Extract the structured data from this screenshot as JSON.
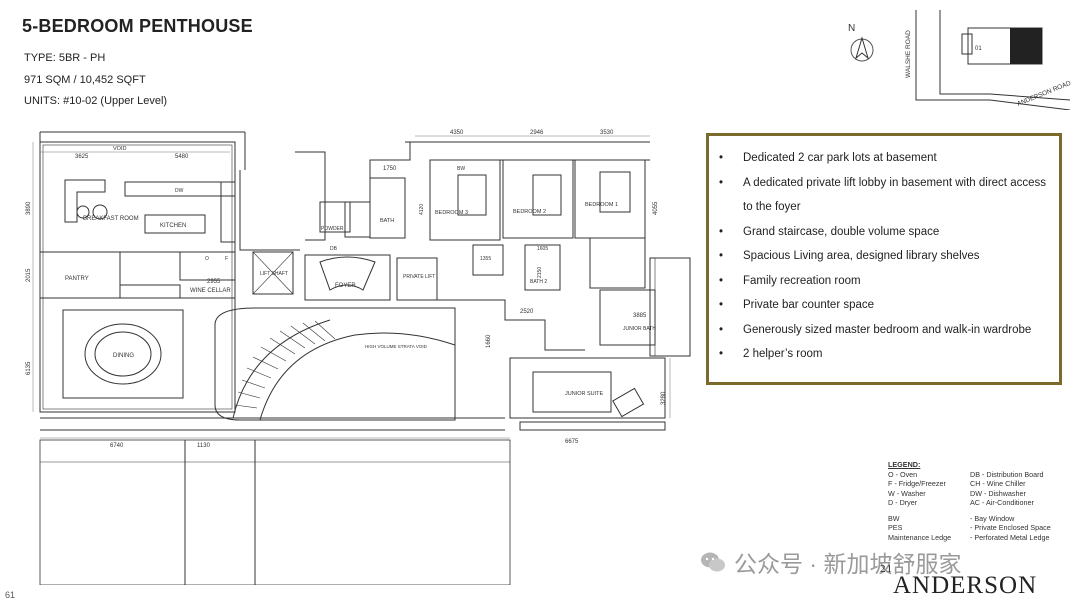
{
  "header": {
    "title": "5-BEDROOM PENTHOUSE",
    "type": "TYPE: 5BR - PH",
    "area": "971 SQM / 10,452 SQFT",
    "units": "UNITS:  #10-02 (Upper Level)"
  },
  "key_plan": {
    "north": "N",
    "road1": "WALSHE ROAD",
    "road2": "ANDERSON ROAD",
    "block": "01"
  },
  "floor_plan": {
    "rooms": {
      "breakfast": "BREAKFAST ROOM",
      "kitchen": "KITCHEN",
      "pantry": "PANTRY",
      "wine_cellar": "WINE CELLAR",
      "dining": "DINING",
      "lift_shaft": "LIFT SHAFT",
      "foyer": "FOYER",
      "private_lift": "PRIVATE LIFT",
      "powder": "POWDER",
      "bath": "BATH",
      "bath2": "BATH 2",
      "bedroom3": "BEDROOM 3",
      "bedroom2": "BEDROOM 2",
      "bedroom1": "BEDROOM 1",
      "junior_bath": "JUNIOR BATH",
      "junior_suite": "JUNIOR SUITE",
      "void": "VOID",
      "high_volume": "HIGH VOLUME STRATA VOID",
      "dw": "DW",
      "db": "DB",
      "bw": "BW",
      "f": "F",
      "o": "O"
    },
    "dimensions": {
      "d3625": "3625",
      "d5480": "5480",
      "d3890": "3890",
      "d2015": "2015",
      "d6135": "6135",
      "d6740": "6740",
      "d1130": "1130",
      "d2955": "2955",
      "d1750": "1750",
      "d4350": "4350",
      "d2946": "2946",
      "d3530": "3530",
      "d4055": "4055",
      "d1355": "1355",
      "d1605": "1605",
      "d2150": "2150",
      "d2520": "2520",
      "d1660": "1660",
      "d3885": "3885",
      "d3280": "3280",
      "d6675": "6675",
      "d4120": "4120"
    }
  },
  "features": [
    "Dedicated 2 car park lots at basement",
    "A dedicated private lift lobby in basement with direct access to the foyer",
    "Grand staircase, double volume space",
    "Spacious Living area, designed library shelves",
    "Family recreation room",
    "Private bar counter space",
    "Generously sized master bedroom and walk-in wardrobe",
    "2 helper’s room"
  ],
  "bullet": "•",
  "legend": {
    "heading": "LEGEND:",
    "rows": [
      [
        "O  - Oven",
        "DB - Distribution Board"
      ],
      [
        "F  - Fridge/Freezer",
        "CH - Wine Chiller"
      ],
      [
        "W  - Washer",
        "DW - Dishwasher"
      ],
      [
        "D  - Dryer",
        "AC - Air-Conditioner"
      ]
    ],
    "rows2": [
      [
        "BW",
        "- Bay Window"
      ],
      [
        "PES",
        "- Private Enclosed Space"
      ],
      [
        "Maintenance Ledge",
        "- Perforated Metal Ledge"
      ]
    ]
  },
  "watermark": "公众号 · 新加坡舒服家",
  "brand": {
    "sup": "21",
    "name": "ANDERSON"
  },
  "page_number": "61"
}
